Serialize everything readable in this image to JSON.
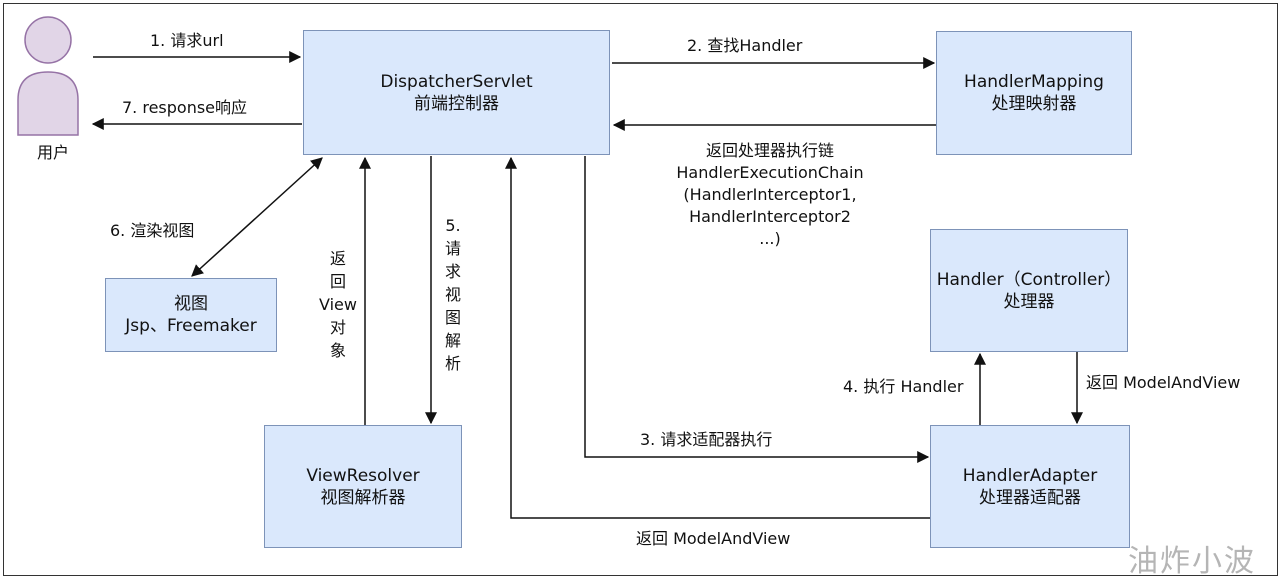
{
  "user": {
    "label": "用户"
  },
  "boxes": {
    "dispatcher": {
      "line1": "DispatcherServlet",
      "line2": "前端控制器"
    },
    "handler_mapping": {
      "line1": "HandlerMapping",
      "line2": "处理映射器"
    },
    "handler": {
      "line1": "Handler（Controller）",
      "line2": "处理器"
    },
    "handler_adapter": {
      "line1": "HandlerAdapter",
      "line2": "处理器适配器"
    },
    "view_resolver": {
      "line1": "ViewResolver",
      "line2": "视图解析器"
    },
    "view": {
      "line1": "视图",
      "line2": "Jsp、Freemaker"
    }
  },
  "edges": {
    "step1": "1. 请求url",
    "step7": "7. response响应",
    "step2": "2. 查找Handler",
    "return_chain": [
      "返回处理器执行链",
      "HandlerExecutionChain",
      "(HandlerInterceptor1,",
      "HandlerInterceptor2",
      "...)"
    ],
    "step6": "6. 渲染视图",
    "return_view": [
      "返",
      "回",
      "View",
      "对",
      "象"
    ],
    "step5": [
      "5.",
      "请",
      "求",
      "视",
      "图",
      "解",
      "析"
    ],
    "step3": "3. 请求适配器执行",
    "step4": "4. 执行 Handler",
    "return_mav_right": "返回 ModelAndView",
    "return_mav_bottom": "返回 ModelAndView"
  },
  "colors": {
    "box_fill": "#dae8fc",
    "box_border": "#7d93b8",
    "user_fill": "#e1d5e7",
    "user_border": "#9673a6",
    "arrow": "#111111"
  },
  "watermark": "油炸小波"
}
